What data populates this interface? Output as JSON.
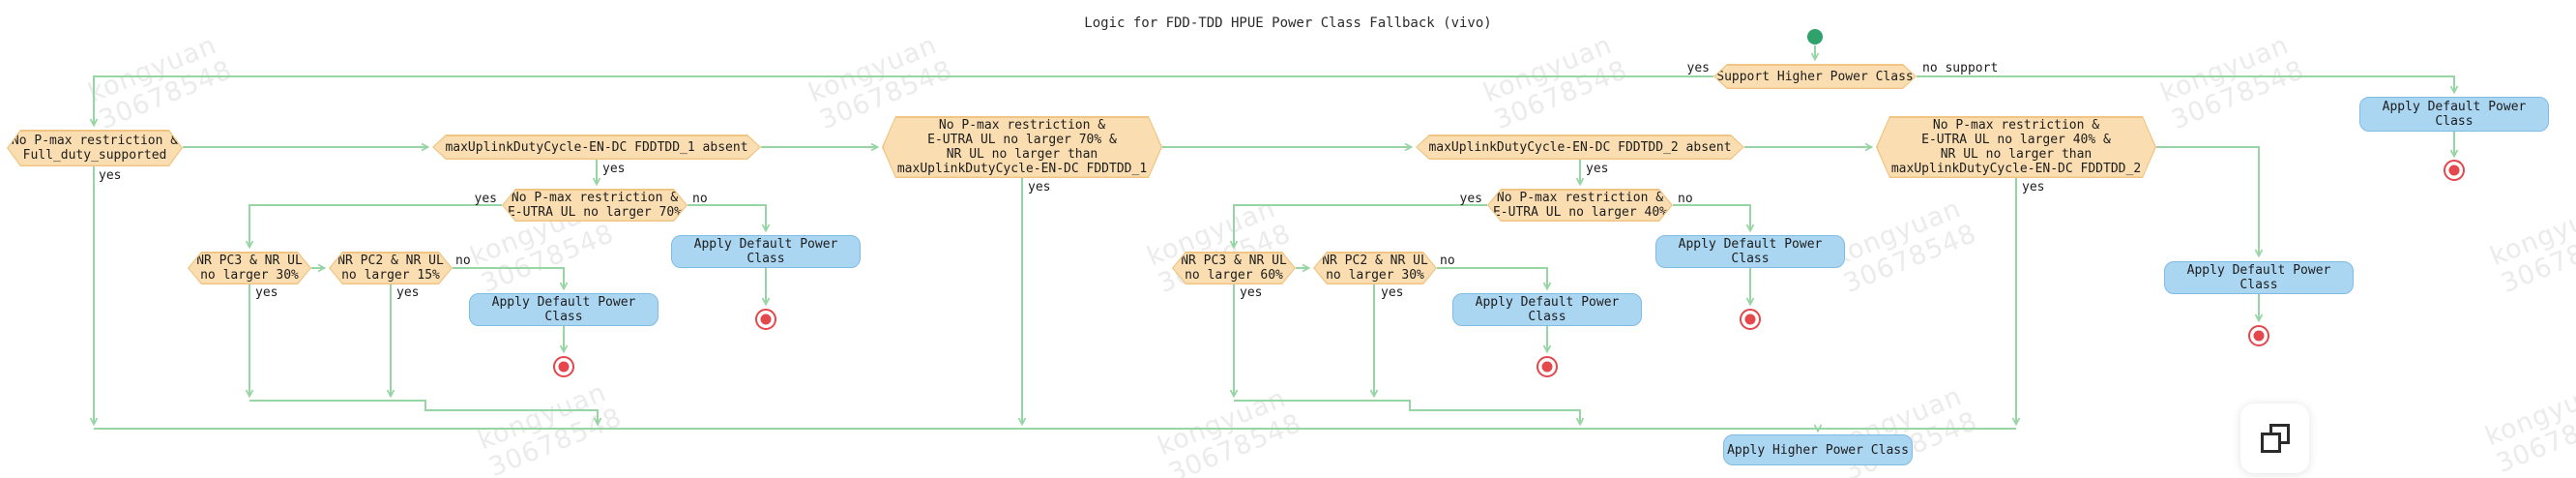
{
  "title": "Logic for FDD-TDD HPUE Power Class Fallback (vivo)",
  "labels": {
    "yes": "yes",
    "no": "no",
    "no_support": "no support"
  },
  "nodes": {
    "support": "Support Higher Power Class",
    "a1": "No P-max restriction &\nFull_duty_supported",
    "b1": "maxUplinkDutyCycle-EN-DC FDDTDD_1 absent",
    "c1": "No P-max restriction &\nE-UTRA UL no larger 70%",
    "d1": "No P-max restriction &\nE-UTRA UL no larger 70% &\nNR UL no larger than\nmaxUplinkDutyCycle-EN-DC FDDTDD_1",
    "pc3_left": "NR PC3 & NR UL\nno larger 30%",
    "pc2_left": "NR PC2 & NR UL\nno larger 15%",
    "b2": "maxUplinkDutyCycle-EN-DC FDDTDD_2 absent",
    "c2": "No P-max restriction &\nE-UTRA UL no larger 40%",
    "d2": "No P-max restriction &\nE-UTRA UL no larger 40% &\nNR UL no larger than\nmaxUplinkDutyCycle-EN-DC FDDTDD_2",
    "pc3_right": "NR PC3 & NR UL\nno larger 60%",
    "pc2_right": "NR PC2 & NR UL\nno larger 30%",
    "apply_default": "Apply Default Power Class",
    "apply_higher": "Apply Higher Power Class"
  },
  "watermark": {
    "text": "kongyuan\n30678548"
  },
  "colors": {
    "edge_green": "#97d5a5",
    "hex_fill": "#fadeb2",
    "hex_border": "#f0c583",
    "action_fill": "#abd6f2",
    "action_border": "#7fbce4",
    "start_green": "#2fa26b",
    "end_red": "#e5474c",
    "watermark_gray": "#ebebeb"
  }
}
